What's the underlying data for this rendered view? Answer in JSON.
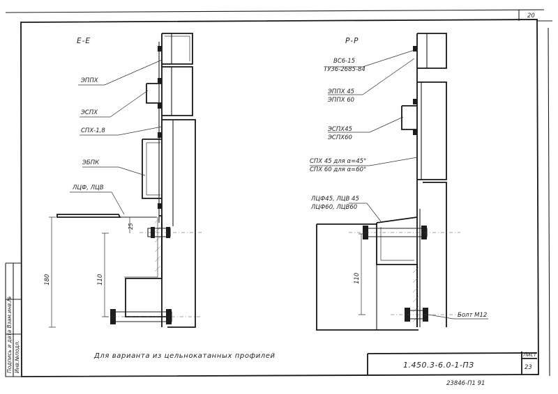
{
  "page_number": "20",
  "sections": {
    "left_title": "Е-Е",
    "right_title": "Р-Р"
  },
  "left_labels": {
    "epph": "ЭППХ",
    "esph": "ЭСПХ",
    "sph": "СПХ-1,8",
    "ebpk": "ЭБПК",
    "lcf": "ЛЦФ, ЛЦВ"
  },
  "left_dims": {
    "d180": "180",
    "d110": "110",
    "d25": "25"
  },
  "right_labels": {
    "vs6_1": "ВС6-15",
    "vs6_2": "ТУ36-2685-84",
    "epph_1": "ЭППХ 45",
    "epph_2": "ЭППХ 60",
    "esph_1": "ЭСПХ45",
    "esph_2": "ЭСПХ60",
    "sph_1": "СПХ 45 для α=45°",
    "sph_2": "СПХ 60 для α=60°",
    "lcf_1": "ЛЦФ45, ЛЦВ 45",
    "lcf_2": "ЛЦФ60, ЛЦВ60",
    "bolt": "Болт М12"
  },
  "right_dims": {
    "d110": "110"
  },
  "caption": "Для варианта из цельнокатанных профилей",
  "stamp": {
    "code": "1.450.3-6.0-1-ПЗ",
    "sheet_label": "Лист",
    "sheet_number": "23",
    "inventory": "23846-П1  91"
  },
  "side_stamp": {
    "text": "Подпись и дата  Взам.инв.№",
    "inv": "Инв.№подл."
  }
}
